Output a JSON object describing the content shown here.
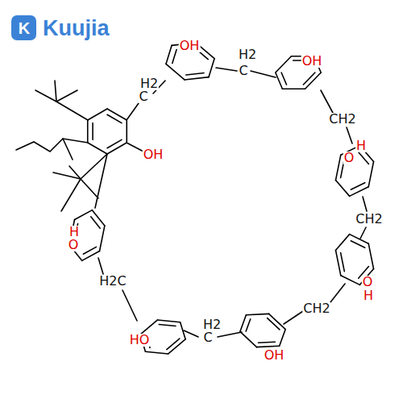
{
  "diagram": {
    "labels": [
      "K",
      "Kuujia",
      "OH",
      "H2",
      "C",
      "OH",
      "CH2",
      "H",
      "O",
      "CH2",
      "O",
      "H",
      "CH2",
      "OH",
      "H2",
      "C",
      "HO",
      "H2C",
      "H",
      "O",
      "OH",
      "H2",
      "C"
    ]
  }
}
